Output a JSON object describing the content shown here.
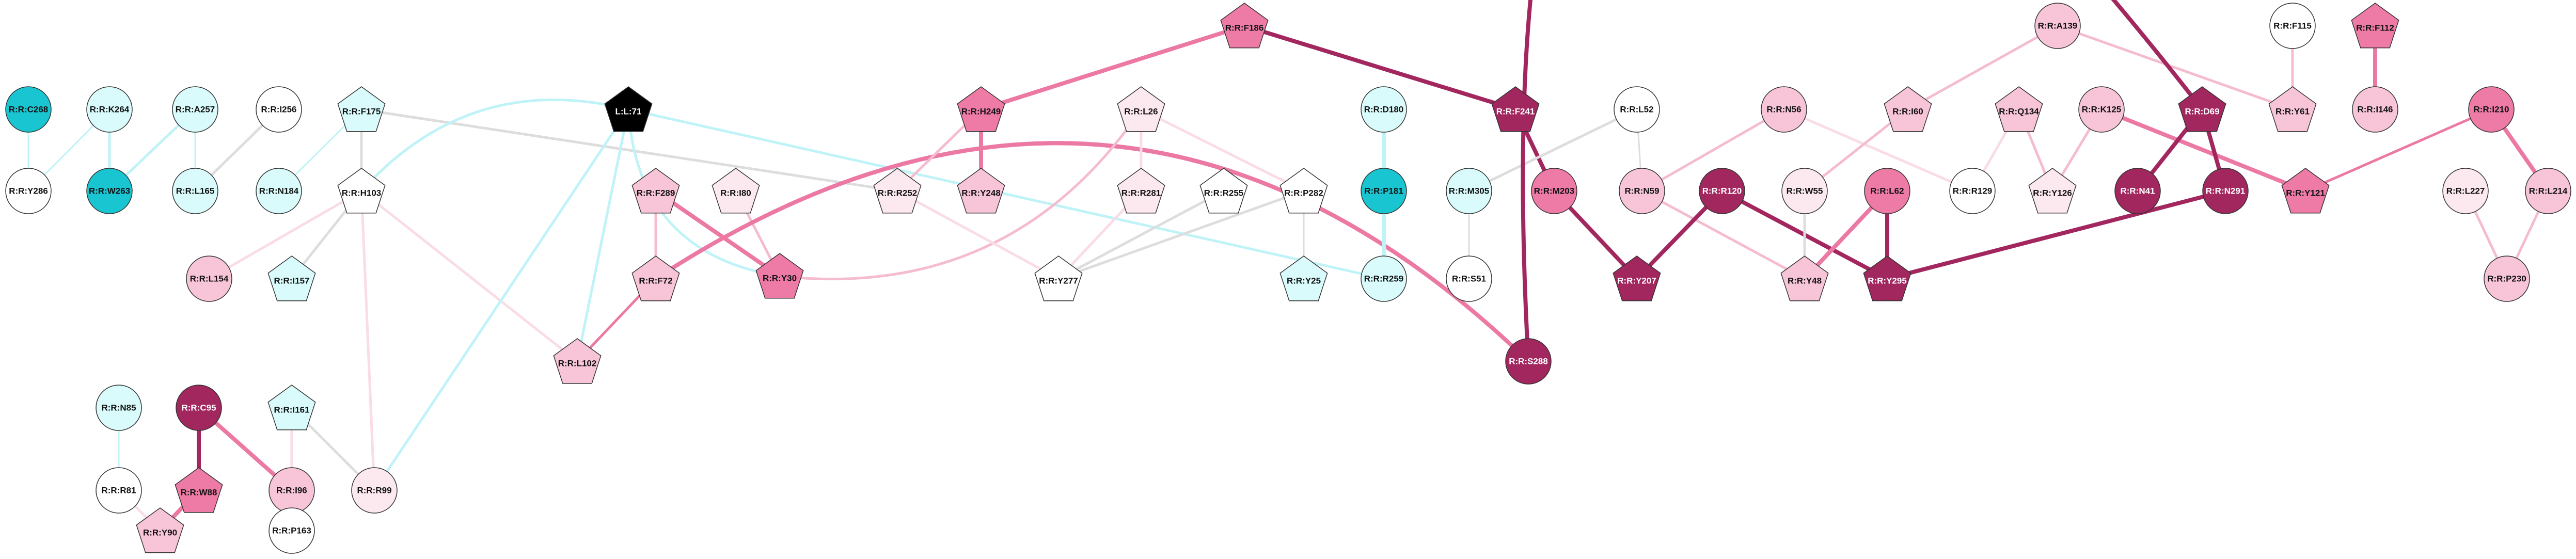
{
  "palette": {
    "white": "#ffffff",
    "cyan_light": "#d9fbfb",
    "cyan": "#18c5d0",
    "pink_pale": "#fce8ef",
    "pink_light": "#f8c5d8",
    "pink": "#ee7aa6",
    "magenta": "#a3275f",
    "black": "#000000",
    "edge_grey": "#dddddd",
    "edge_cyan": "#bff3f7",
    "edge_pink_pale": "#f9dce6",
    "edge_pink_light": "#f5bcd0",
    "edge_pink": "#ec79a4",
    "edge_magenta": "#a3275f",
    "stroke": "#333333"
  },
  "nodes": [
    {
      "id": "C268",
      "label": "R:R:C268",
      "shape": "circle",
      "fill": "cyan"
    },
    {
      "id": "Y286",
      "label": "R:R:Y286",
      "shape": "circle",
      "fill": "white"
    },
    {
      "id": "K264",
      "label": "R:R:K264",
      "shape": "circle",
      "fill": "cyan_light"
    },
    {
      "id": "W263",
      "label": "R:R:W263",
      "shape": "circle",
      "fill": "cyan"
    },
    {
      "id": "A257",
      "label": "R:R:A257",
      "shape": "circle",
      "fill": "cyan_light"
    },
    {
      "id": "L165",
      "label": "R:R:L165",
      "shape": "circle",
      "fill": "cyan_light"
    },
    {
      "id": "I256",
      "label": "R:R:I256",
      "shape": "circle",
      "fill": "white"
    },
    {
      "id": "N184",
      "label": "R:R:N184",
      "shape": "circle",
      "fill": "cyan_light"
    },
    {
      "id": "F175",
      "label": "R:R:F175",
      "shape": "pentagon",
      "fill": "cyan_light"
    },
    {
      "id": "H103",
      "label": "R:R:H103",
      "shape": "pentagon",
      "fill": "white"
    },
    {
      "id": "L154",
      "label": "R:R:L154",
      "shape": "circle",
      "fill": "pink_light"
    },
    {
      "id": "I157",
      "label": "R:R:I157",
      "shape": "pentagon",
      "fill": "cyan_light"
    },
    {
      "id": "N85",
      "label": "R:R:N85",
      "shape": "circle",
      "fill": "cyan_light"
    },
    {
      "id": "R81",
      "label": "R:R:R81",
      "shape": "circle",
      "fill": "white"
    },
    {
      "id": "C95",
      "label": "R:R:C95",
      "shape": "circle",
      "fill": "magenta"
    },
    {
      "id": "W88",
      "label": "R:R:W88",
      "shape": "pentagon",
      "fill": "pink"
    },
    {
      "id": "Y90",
      "label": "R:R:Y90",
      "shape": "pentagon",
      "fill": "pink_light"
    },
    {
      "id": "I161",
      "label": "R:R:I161",
      "shape": "pentagon",
      "fill": "cyan_light"
    },
    {
      "id": "I96",
      "label": "R:R:I96",
      "shape": "circle",
      "fill": "pink_light"
    },
    {
      "id": "P163",
      "label": "R:R:P163",
      "shape": "circle",
      "fill": "white"
    },
    {
      "id": "R99",
      "label": "R:R:R99",
      "shape": "circle",
      "fill": "pink_pale"
    },
    {
      "id": "L71",
      "label": "L:L:71",
      "shape": "pentagon",
      "fill": "black"
    },
    {
      "id": "F289",
      "label": "R:R:F289",
      "shape": "pentagon",
      "fill": "pink_light"
    },
    {
      "id": "I80",
      "label": "R:R:I80",
      "shape": "pentagon",
      "fill": "pink_pale"
    },
    {
      "id": "F72",
      "label": "R:R:F72",
      "shape": "pentagon",
      "fill": "pink_light"
    },
    {
      "id": "L102",
      "label": "R:R:L102",
      "shape": "pentagon",
      "fill": "pink_light"
    },
    {
      "id": "Y30",
      "label": "R:R:Y30",
      "shape": "pentagon",
      "fill": "pink"
    },
    {
      "id": "H249",
      "label": "R:R:H249",
      "shape": "pentagon",
      "fill": "pink"
    },
    {
      "id": "R252",
      "label": "R:R:R252",
      "shape": "pentagon",
      "fill": "pink_pale"
    },
    {
      "id": "Y248",
      "label": "R:R:Y248",
      "shape": "pentagon",
      "fill": "pink_light"
    },
    {
      "id": "F186",
      "label": "R:R:F186",
      "shape": "pentagon",
      "fill": "pink"
    },
    {
      "id": "L26",
      "label": "R:R:L26",
      "shape": "pentagon",
      "fill": "pink_pale"
    },
    {
      "id": "R281",
      "label": "R:R:R281",
      "shape": "pentagon",
      "fill": "pink_pale"
    },
    {
      "id": "R255",
      "label": "R:R:R255",
      "shape": "pentagon",
      "fill": "white"
    },
    {
      "id": "Y277",
      "label": "R:R:Y277",
      "shape": "pentagon",
      "fill": "white"
    },
    {
      "id": "P282",
      "label": "R:R:P282",
      "shape": "pentagon",
      "fill": "white"
    },
    {
      "id": "Y25",
      "label": "R:R:Y25",
      "shape": "pentagon",
      "fill": "cyan_light"
    },
    {
      "id": "D180",
      "label": "R:R:D180",
      "shape": "circle",
      "fill": "cyan_light"
    },
    {
      "id": "P181",
      "label": "R:R:P181",
      "shape": "circle",
      "fill": "cyan"
    },
    {
      "id": "R259",
      "label": "R:R:R259",
      "shape": "circle",
      "fill": "cyan_light"
    },
    {
      "id": "F241",
      "label": "R:R:F241",
      "shape": "pentagon",
      "fill": "magenta"
    },
    {
      "id": "M203",
      "label": "R:R:M203",
      "shape": "circle",
      "fill": "pink"
    },
    {
      "id": "L52",
      "label": "R:R:L52",
      "shape": "circle",
      "fill": "white"
    },
    {
      "id": "M305",
      "label": "R:R:M305",
      "shape": "circle",
      "fill": "cyan_light"
    },
    {
      "id": "S51",
      "label": "R:R:S51",
      "shape": "circle",
      "fill": "white"
    },
    {
      "id": "Y207",
      "label": "R:R:Y207",
      "shape": "pentagon",
      "fill": "magenta"
    },
    {
      "id": "N56",
      "label": "R:R:N56",
      "shape": "circle",
      "fill": "pink_light"
    },
    {
      "id": "N59",
      "label": "R:R:N59",
      "shape": "circle",
      "fill": "pink_light"
    },
    {
      "id": "R120",
      "label": "R:R:R120",
      "shape": "circle",
      "fill": "magenta"
    },
    {
      "id": "W55",
      "label": "R:R:W55",
      "shape": "circle",
      "fill": "pink_pale"
    },
    {
      "id": "L62",
      "label": "R:R:L62",
      "shape": "circle",
      "fill": "pink"
    },
    {
      "id": "Y48",
      "label": "R:R:Y48",
      "shape": "pentagon",
      "fill": "pink_light"
    },
    {
      "id": "Y295",
      "label": "R:R:Y295",
      "shape": "pentagon",
      "fill": "magenta"
    },
    {
      "id": "S288",
      "label": "R:R:S288",
      "shape": "circle",
      "fill": "magenta"
    },
    {
      "id": "A139",
      "label": "R:R:A139",
      "shape": "circle",
      "fill": "pink_light"
    },
    {
      "id": "I60",
      "label": "R:R:I60",
      "shape": "pentagon",
      "fill": "pink_light"
    },
    {
      "id": "Q134",
      "label": "R:R:Q134",
      "shape": "pentagon",
      "fill": "pink_light"
    },
    {
      "id": "R129",
      "label": "R:R:R129",
      "shape": "circle",
      "fill": "white"
    },
    {
      "id": "Y126",
      "label": "R:R:Y126",
      "shape": "pentagon",
      "fill": "pink_pale"
    },
    {
      "id": "K125",
      "label": "R:R:K125",
      "shape": "circle",
      "fill": "pink_light"
    },
    {
      "id": "D69",
      "label": "R:R:D69",
      "shape": "pentagon",
      "fill": "magenta"
    },
    {
      "id": "N41",
      "label": "R:R:N41",
      "shape": "circle",
      "fill": "magenta"
    },
    {
      "id": "N291",
      "label": "R:R:N291",
      "shape": "circle",
      "fill": "magenta"
    },
    {
      "id": "Y121",
      "label": "R:R:Y121",
      "shape": "pentagon",
      "fill": "pink"
    },
    {
      "id": "F115",
      "label": "R:R:F115",
      "shape": "circle",
      "fill": "white"
    },
    {
      "id": "Y61",
      "label": "R:R:Y61",
      "shape": "pentagon",
      "fill": "pink_light"
    },
    {
      "id": "F112",
      "label": "R:R:F112",
      "shape": "pentagon",
      "fill": "pink"
    },
    {
      "id": "I146",
      "label": "R:R:I146",
      "shape": "circle",
      "fill": "pink_light"
    },
    {
      "id": "I210",
      "label": "R:R:I210",
      "shape": "circle",
      "fill": "pink"
    },
    {
      "id": "L227",
      "label": "R:R:L227",
      "shape": "circle",
      "fill": "pink_pale"
    },
    {
      "id": "L214",
      "label": "R:R:L214",
      "shape": "circle",
      "fill": "pink_light"
    },
    {
      "id": "P230",
      "label": "R:R:P230",
      "shape": "circle",
      "fill": "pink_light"
    }
  ],
  "edges": [
    {
      "from": "C268",
      "to": "Y286",
      "color": "edge_cyan",
      "weight": 1
    },
    {
      "from": "K264",
      "to": "Y286",
      "color": "edge_cyan",
      "weight": 1
    },
    {
      "from": "K264",
      "to": "W263",
      "color": "edge_cyan",
      "weight": 2
    },
    {
      "from": "A257",
      "to": "W263",
      "color": "edge_cyan",
      "weight": 2
    },
    {
      "from": "A257",
      "to": "L165",
      "color": "edge_cyan",
      "weight": 1
    },
    {
      "from": "I256",
      "to": "L165",
      "color": "edge_grey",
      "weight": 2
    },
    {
      "from": "F175",
      "to": "N184",
      "color": "edge_cyan",
      "weight": 1
    },
    {
      "from": "F175",
      "to": "H103",
      "color": "edge_grey",
      "weight": 2
    },
    {
      "from": "F175",
      "to": "R252",
      "color": "edge_grey",
      "weight": 2
    },
    {
      "from": "H103",
      "to": "L154",
      "color": "edge_pink_pale",
      "weight": 2
    },
    {
      "from": "H103",
      "to": "I157",
      "color": "edge_grey",
      "weight": 2
    },
    {
      "from": "H103",
      "to": "R99",
      "color": "edge_pink_pale",
      "weight": 2
    },
    {
      "from": "H103",
      "to": "L102",
      "color": "edge_pink_pale",
      "weight": 2
    },
    {
      "from": "H103",
      "to": "L71",
      "color": "edge_cyan",
      "weight": 2,
      "curve": -30
    },
    {
      "from": "N85",
      "to": "R81",
      "color": "edge_cyan",
      "weight": 1
    },
    {
      "from": "R81",
      "to": "Y90",
      "color": "edge_pink_pale",
      "weight": 2
    },
    {
      "from": "C95",
      "to": "W88",
      "color": "edge_magenta",
      "weight": 3
    },
    {
      "from": "C95",
      "to": "I96",
      "color": "edge_pink",
      "weight": 3
    },
    {
      "from": "W88",
      "to": "Y90",
      "color": "edge_pink",
      "weight": 3
    },
    {
      "from": "I161",
      "to": "I96",
      "color": "edge_pink_pale",
      "weight": 2
    },
    {
      "from": "I161",
      "to": "R99",
      "color": "edge_grey",
      "weight": 2
    },
    {
      "from": "I96",
      "to": "P163",
      "color": "edge_grey",
      "weight": 1
    },
    {
      "from": "L71",
      "to": "R99",
      "color": "edge_cyan",
      "weight": 2
    },
    {
      "from": "L71",
      "to": "L102",
      "color": "edge_cyan",
      "weight": 2
    },
    {
      "from": "L71",
      "to": "Y30",
      "color": "edge_cyan",
      "weight": 2,
      "curve": 40
    },
    {
      "from": "L71",
      "to": "R259",
      "color": "edge_cyan",
      "weight": 2
    },
    {
      "from": "F289",
      "to": "F72",
      "color": "edge_pink_light",
      "weight": 2
    },
    {
      "from": "F289",
      "to": "Y30",
      "color": "edge_pink",
      "weight": 3
    },
    {
      "from": "I80",
      "to": "Y30",
      "color": "edge_pink_light",
      "weight": 2
    },
    {
      "from": "F72",
      "to": "L102",
      "color": "edge_pink",
      "weight": 2
    },
    {
      "from": "F72",
      "to": "S288",
      "color": "edge_pink",
      "weight": 3,
      "curve": -40
    },
    {
      "from": "L26",
      "to": "Y30",
      "color": "edge_pink_light",
      "weight": 2,
      "curve": -30
    },
    {
      "from": "H249",
      "to": "R252",
      "color": "edge_pink_light",
      "weight": 2
    },
    {
      "from": "H249",
      "to": "Y248",
      "color": "edge_pink",
      "weight": 3
    },
    {
      "from": "F186",
      "to": "H249",
      "color": "edge_pink",
      "weight": 3
    },
    {
      "from": "F186",
      "to": "F241",
      "color": "edge_magenta",
      "weight": 3
    },
    {
      "from": "R252",
      "to": "Y277",
      "color": "edge_pink_pale",
      "weight": 2
    },
    {
      "from": "L26",
      "to": "R281",
      "color": "edge_pink_pale",
      "weight": 2
    },
    {
      "from": "L26",
      "to": "P282",
      "color": "edge_pink_pale",
      "weight": 2
    },
    {
      "from": "R281",
      "to": "Y277",
      "color": "edge_pink_pale",
      "weight": 2
    },
    {
      "from": "R255",
      "to": "Y277",
      "color": "edge_grey",
      "weight": 2
    },
    {
      "from": "P282",
      "to": "Y277",
      "color": "edge_grey",
      "weight": 2
    },
    {
      "from": "P282",
      "to": "Y25",
      "color": "edge_grey",
      "weight": 1
    },
    {
      "from": "D180",
      "to": "P181",
      "color": "edge_cyan",
      "weight": 3
    },
    {
      "from": "P181",
      "to": "R259",
      "color": "edge_cyan",
      "weight": 3
    },
    {
      "from": "F241",
      "to": "M203",
      "color": "edge_magenta",
      "weight": 3
    },
    {
      "from": "M203",
      "to": "Y207",
      "color": "edge_magenta",
      "weight": 3
    },
    {
      "from": "L52",
      "to": "M305",
      "color": "edge_grey",
      "weight": 2
    },
    {
      "from": "L52",
      "to": "N59",
      "color": "edge_grey",
      "weight": 1
    },
    {
      "from": "M305",
      "to": "S51",
      "color": "edge_grey",
      "weight": 1
    },
    {
      "from": "N56",
      "to": "N59",
      "color": "edge_pink_light",
      "weight": 2
    },
    {
      "from": "N56",
      "to": "R129",
      "color": "edge_pink_pale",
      "weight": 2
    },
    {
      "from": "N59",
      "to": "Y48",
      "color": "edge_pink_light",
      "weight": 2
    },
    {
      "from": "R120",
      "to": "Y207",
      "color": "edge_magenta",
      "weight": 3
    },
    {
      "from": "R120",
      "to": "Y295",
      "color": "edge_magenta",
      "weight": 3
    },
    {
      "from": "W55",
      "to": "Y48",
      "color": "edge_grey",
      "weight": 2
    },
    {
      "from": "L62",
      "to": "Y48",
      "color": "edge_pink",
      "weight": 3
    },
    {
      "from": "L62",
      "to": "Y295",
      "color": "edge_magenta",
      "weight": 3
    },
    {
      "from": "N291",
      "to": "Y295",
      "color": "edge_magenta",
      "weight": 3
    },
    {
      "from": "A139",
      "to": "I60",
      "color": "edge_pink_light",
      "weight": 2
    },
    {
      "from": "A139",
      "to": "Y61",
      "color": "edge_pink_light",
      "weight": 2
    },
    {
      "from": "I60",
      "to": "W55",
      "color": "edge_pink_light",
      "weight": 2
    },
    {
      "from": "Q134",
      "to": "R129",
      "color": "edge_pink_pale",
      "weight": 2
    },
    {
      "from": "Q134",
      "to": "Y126",
      "color": "edge_pink_light",
      "weight": 2
    },
    {
      "from": "K125",
      "to": "Y126",
      "color": "edge_pink_light",
      "weight": 2
    },
    {
      "from": "K125",
      "to": "Y121",
      "color": "edge_pink",
      "weight": 3
    },
    {
      "from": "D69",
      "to": "N41",
      "color": "edge_magenta",
      "weight": 3
    },
    {
      "from": "D69",
      "to": "N291",
      "color": "edge_magenta",
      "weight": 3
    },
    {
      "from": "D69",
      "to": "S288",
      "color": "edge_magenta",
      "weight": 3,
      "curve": 160
    },
    {
      "from": "F115",
      "to": "Y61",
      "color": "edge_pink_light",
      "weight": 2
    },
    {
      "from": "F112",
      "to": "I146",
      "color": "edge_pink",
      "weight": 3
    },
    {
      "from": "I210",
      "to": "Y121",
      "color": "edge_pink",
      "weight": 2
    },
    {
      "from": "I210",
      "to": "L214",
      "color": "edge_pink",
      "weight": 3
    },
    {
      "from": "L227",
      "to": "P230",
      "color": "edge_pink_light",
      "weight": 2
    },
    {
      "from": "L214",
      "to": "P230",
      "color": "edge_pink_light",
      "weight": 2
    }
  ]
}
